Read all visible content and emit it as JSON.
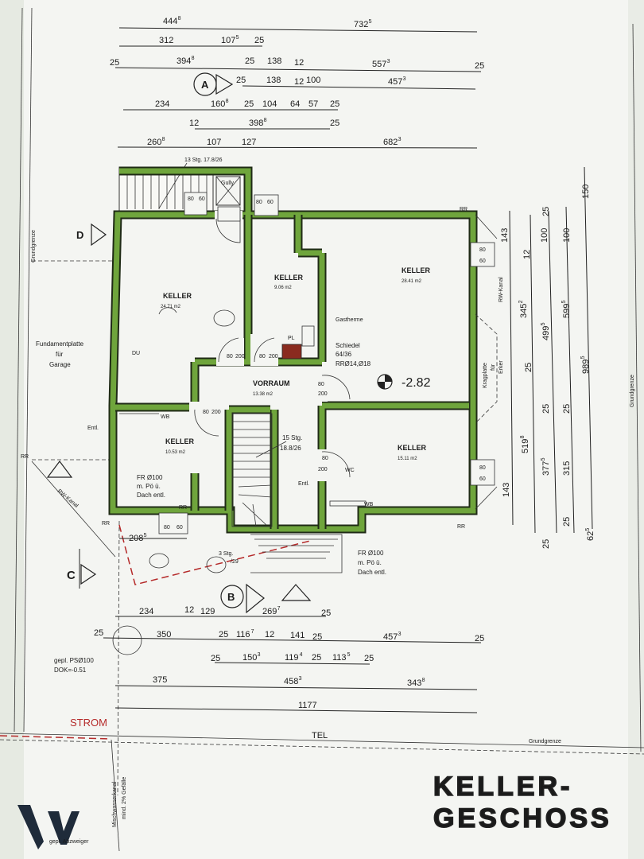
{
  "title": {
    "line1": "KELLER-",
    "line2": "GESCHOSS"
  },
  "rooms": [
    {
      "id": "keller-west",
      "name": "KELLER",
      "area": "24.71 m2"
    },
    {
      "id": "keller-center",
      "name": "KELLER",
      "area": "9.06 m2"
    },
    {
      "id": "keller-east",
      "name": "KELLER",
      "area": "28.41 m2"
    },
    {
      "id": "vorraum",
      "name": "VORRAUM",
      "area": "13.38 m2"
    },
    {
      "id": "keller-sw",
      "name": "KELLER",
      "area": "10.53 m2"
    },
    {
      "id": "keller-se",
      "name": "KELLER",
      "area": "15.11 m2"
    }
  ],
  "labels": {
    "stair_top": "13 Stg. 17.8/26",
    "gully": "Gully",
    "gastherme": "Gastherme",
    "schiedel": "Schiedel",
    "schiedel_size": "64/36",
    "schiedel_rr": "RRØ14,Ø18",
    "level": "-2.82",
    "stair_inner": "15 Stg.",
    "stair_inner_size": "18.8/26",
    "fundament_1": "Fundamentplatte",
    "fundament_2": "für",
    "fundament_3": "Garage",
    "du": "DU",
    "entl1": "Entl.",
    "entl2": "Entl.",
    "wb1": "WB",
    "wb2": "WB",
    "wc": "WC",
    "fr_left_1": "FR Ø100",
    "fr_left_2": "m. Pö ü.",
    "fr_left_3": "Dach entl.",
    "fr_right_1": "FR Ø100",
    "fr_right_2": "m. Pö ü.",
    "fr_right_3": "Dach entl.",
    "stair_out": "3 Stg.",
    "stair_out_size": "/29",
    "rr1": "RR",
    "rr2": "RR",
    "rr3": "RR",
    "rr4": "RR",
    "rr5": "RR",
    "rw_kanal_left": "RW-Kanal",
    "rw_kanal_right": "RW-Kanal",
    "kragplatte_1": "Kragplatte",
    "kragplatte_2": "für",
    "kragplatte_3": "Erker",
    "grundgrenze_left": "Grundgrenze",
    "grundgrenze_right": "Grundgrenze",
    "grundgrenze_bottom": "Grundgrenze",
    "ps_1": "gepl. PSØ100",
    "ps_2": "DOK=-0.51",
    "strom": "STROM",
    "tel": "TEL",
    "misch_1": "Mischwasserkanal",
    "misch_2": "mind. 2% Gefälle",
    "abzweiger": "gepl. Abzweiger",
    "pl": "PL"
  },
  "sections": {
    "a": "A",
    "b": "B",
    "c": "C",
    "d": "D"
  },
  "window_dims": {
    "w80": "80",
    "w60": "60",
    "w200": "200"
  },
  "top_dims": {
    "r1": [
      "444",
      "732"
    ],
    "r1s": [
      "8",
      "5"
    ],
    "r2": [
      "312",
      "107",
      "25"
    ],
    "r2s": [
      "",
      "5",
      ""
    ],
    "r3": [
      "25",
      "394",
      "25",
      "138",
      "12",
      "557",
      "25"
    ],
    "r3s": [
      "",
      "8",
      "",
      "",
      "",
      "3",
      ""
    ],
    "r4": [
      "25",
      "138",
      "12",
      "100",
      "457"
    ],
    "r4s": [
      "",
      "",
      "",
      "",
      "3"
    ],
    "r5": [
      "234",
      "160",
      "25",
      "104",
      "64",
      "57",
      "25"
    ],
    "r5s": [
      "",
      "8",
      "",
      "",
      "",
      "",
      ""
    ],
    "r6": [
      "12",
      "398",
      "25"
    ],
    "r6s": [
      "",
      "8",
      ""
    ],
    "r7": [
      "260",
      "107",
      "127",
      "682"
    ],
    "r7s": [
      "8",
      "",
      "",
      "3"
    ]
  },
  "right_dims": {
    "c1": [
      "143",
      "12",
      "345",
      "25",
      "519",
      "143"
    ],
    "c1s": [
      "",
      "",
      "2",
      "",
      "8",
      ""
    ],
    "c2": [
      "100",
      "499",
      "25",
      "377",
      "25"
    ],
    "c2s": [
      "",
      "5",
      "",
      "5",
      ""
    ],
    "c3": [
      "25",
      "100",
      "599",
      "25",
      "315",
      "25"
    ],
    "c3s": [
      "",
      "",
      "5",
      "",
      "",
      ""
    ],
    "c4": [
      "150",
      "989",
      "62"
    ],
    "c4s": [
      "",
      "5",
      "5"
    ]
  },
  "bottom_dims": {
    "b0": "208",
    "b0s": "5",
    "r1": [
      "234",
      "12",
      "129",
      "269",
      "25"
    ],
    "r1s": [
      "",
      "",
      "",
      "7",
      ""
    ],
    "r2": [
      "25",
      "350",
      "25",
      "116",
      "12",
      "141",
      "25",
      "457",
      "25"
    ],
    "r2s": [
      "",
      "",
      "",
      "7",
      "",
      "",
      "",
      "3",
      ""
    ],
    "r3": [
      "25",
      "150",
      "119",
      "25",
      "113",
      "25"
    ],
    "r3s": [
      "",
      "3",
      "4",
      "",
      "5",
      ""
    ],
    "r4": [
      "375",
      "458",
      "343"
    ],
    "r4s": [
      "",
      "3",
      "8"
    ],
    "r5": [
      "1177"
    ]
  }
}
